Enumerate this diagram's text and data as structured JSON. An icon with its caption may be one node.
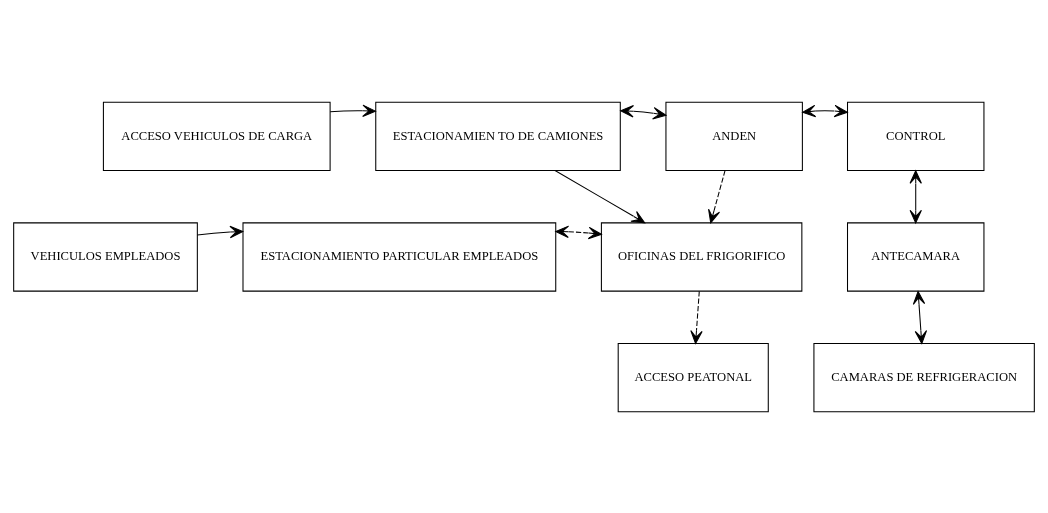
{
  "diagram": {
    "nodes": [
      {
        "text": [
          "ACCESO VEHICULOS DE CARGA"
        ]
      },
      {
        "text": [
          "ESTACIONAMIEN TO DE CAMIONES"
        ]
      },
      {
        "text": [
          "ANDEN"
        ]
      },
      {
        "text": [
          "CONTROL"
        ]
      },
      {
        "text": [
          "VEHICULOS EMPLEADOS"
        ]
      },
      {
        "text": [
          "ESTACIONAMIENTO PARTICULAR EMPLEADOS"
        ]
      },
      {
        "text": [
          "OFICINAS DEL FRIGORIFICO"
        ]
      },
      {
        "text": [
          "ANTECAMARA"
        ]
      },
      {
        "text": [
          "ACCESO PEATONAL"
        ]
      },
      {
        "text": [
          "CAMARAS DE REFRIGERACION"
        ]
      }
    ],
    "edges": [
      {
        "from": 0,
        "to": 1,
        "arrow": "to"
      },
      {
        "from": 1,
        "to": 2,
        "arrow": "both"
      },
      {
        "from": 2,
        "to": 3,
        "arrow": "both"
      },
      {
        "from": 1,
        "to": 6,
        "arrow": "to"
      },
      {
        "from": 2,
        "to": 6,
        "arrow": "to",
        "style": "dashed"
      },
      {
        "from": 3,
        "to": 7,
        "arrow": "both"
      },
      {
        "from": 4,
        "to": 5,
        "arrow": "to"
      },
      {
        "from": 5,
        "to": 6,
        "arrow": "both",
        "style": "dashed"
      },
      {
        "from": 6,
        "to": 8,
        "arrow": "to",
        "style": "dashed"
      },
      {
        "from": 7,
        "to": 9,
        "arrow": "both"
      }
    ]
  }
}
